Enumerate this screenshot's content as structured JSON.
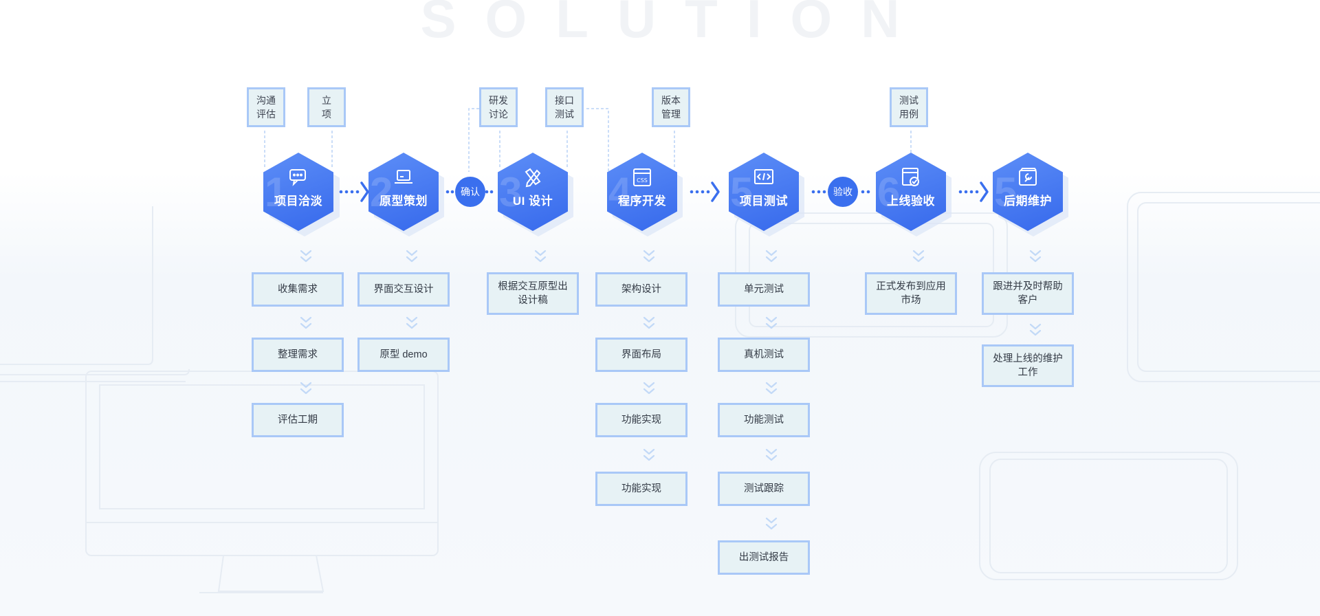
{
  "watermark": "SOLUTION",
  "tags": [
    {
      "id": "communicate",
      "text": "沟通\n评估"
    },
    {
      "id": "establish",
      "text": "立\n项"
    },
    {
      "id": "discuss",
      "text": "研发\n讨论"
    },
    {
      "id": "api-test",
      "text": "接口\n测试"
    },
    {
      "id": "version",
      "text": "版本\n管理"
    },
    {
      "id": "testcase",
      "text": "测试\n用例"
    }
  ],
  "steps": [
    {
      "num": "1",
      "label": "项目洽淡",
      "icon": "chat-icon"
    },
    {
      "num": "2",
      "label": "原型策划",
      "icon": "laptop-icon"
    },
    {
      "num": "3",
      "label": "UI 设计",
      "icon": "design-tools-icon"
    },
    {
      "num": "4",
      "label": "程序开发",
      "icon": "css-code-icon"
    },
    {
      "num": "5",
      "label": "项目测试",
      "icon": "code-window-icon"
    },
    {
      "num": "6",
      "label": "上线验收",
      "icon": "check-window-icon"
    },
    {
      "num": "5",
      "label": "后期维护",
      "icon": "wrench-window-icon"
    }
  ],
  "connectors": {
    "confirm": "确认",
    "accept": "验收"
  },
  "columns": {
    "col1": [
      "收集需求",
      "整理需求",
      "评估工期"
    ],
    "col2": [
      "界面交互设计",
      "原型 demo"
    ],
    "col3": [
      "根据交互原型出设计稿"
    ],
    "col4": [
      "架构设计",
      "界面布局",
      "功能实现",
      "功能实现"
    ],
    "col5": [
      "单元测试",
      "真机测试",
      "功能测试",
      "测试跟踪",
      "出测试报告"
    ],
    "col6": [
      "正式发布到应用市场"
    ],
    "col7": [
      "跟进并及时帮助客户",
      "处理上线的维护工作"
    ]
  },
  "colors": {
    "primary": "#3a6fee",
    "box_border": "#a9c8f7",
    "box_fill": "#e7f2f5",
    "chevron": "#c2d9f7"
  }
}
